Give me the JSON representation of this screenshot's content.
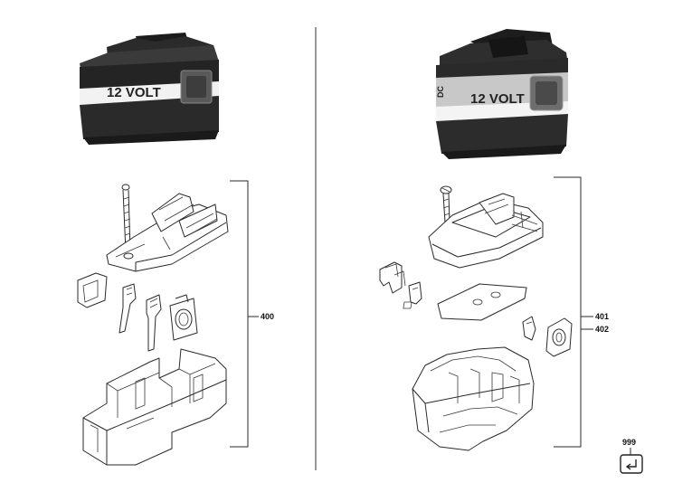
{
  "diagram": {
    "left_battery_label": "12 VOLT",
    "right_battery_label": "12 VOLT",
    "right_battery_side_text": "DC",
    "part_numbers": {
      "left_assembly": "400",
      "right_assembly_a": "401",
      "right_assembly_b": "402",
      "icon_ref": "999"
    }
  }
}
